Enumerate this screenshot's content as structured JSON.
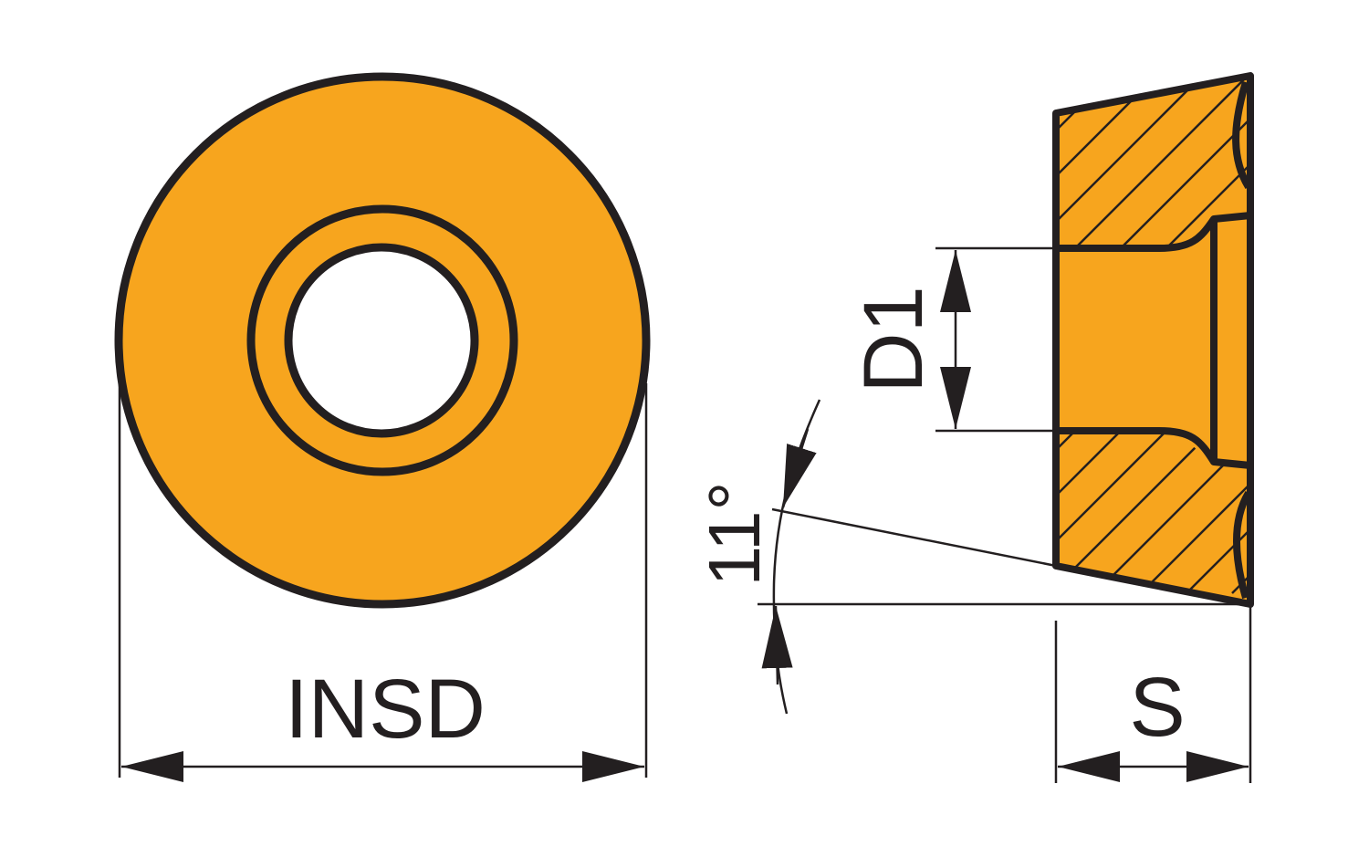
{
  "colors": {
    "fill": "#F7A51E",
    "stroke": "#231F20",
    "background": "#FFFFFF"
  },
  "labels": {
    "insd": "INSD",
    "d1": "D1",
    "angle": "11°",
    "s": "S"
  }
}
